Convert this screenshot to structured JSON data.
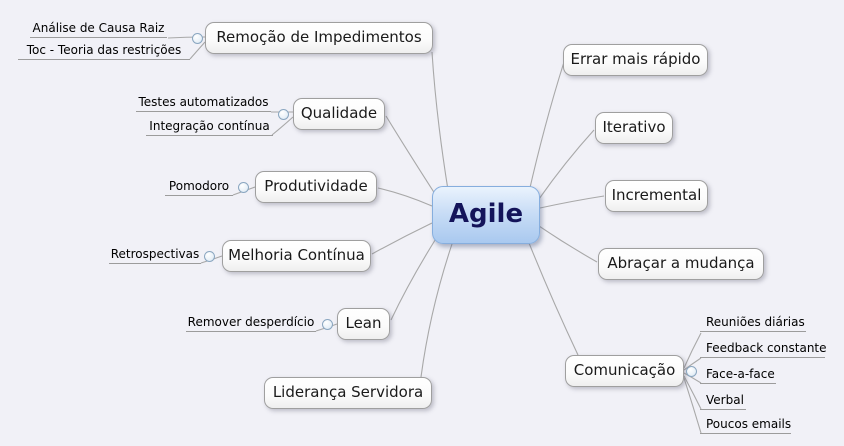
{
  "canvas": {
    "background_color": "#f1f1f7",
    "edge_color": "#a8a8a8",
    "topic_border_color": "#9f9f9f",
    "root_fill_color": "#aecdf0",
    "root_text_color": "#14145a",
    "leaf_underline_color": "#9c9c9c"
  },
  "mindmap": {
    "root": {
      "label": "Agile"
    },
    "branches": [
      {
        "label": "Remoção de Impedimentos",
        "children": [
          {
            "label": "Análise de Causa Raiz"
          },
          {
            "label": "Toc - Teoria das restrições"
          }
        ]
      },
      {
        "label": "Qualidade",
        "children": [
          {
            "label": "Testes automatizados"
          },
          {
            "label": "Integração contínua"
          }
        ]
      },
      {
        "label": "Produtividade",
        "children": [
          {
            "label": "Pomodoro"
          }
        ]
      },
      {
        "label": "Melhoria Contínua",
        "children": [
          {
            "label": "Retrospectivas"
          }
        ]
      },
      {
        "label": "Lean",
        "children": [
          {
            "label": "Remover desperdício"
          }
        ]
      },
      {
        "label": "Liderança Servidora",
        "children": []
      },
      {
        "label": "Errar mais rápido",
        "children": []
      },
      {
        "label": "Iterativo",
        "children": []
      },
      {
        "label": "Incremental",
        "children": []
      },
      {
        "label": "Abraçar a mudança",
        "children": []
      },
      {
        "label": "Comunicação",
        "children": [
          {
            "label": "Reuniões diárias"
          },
          {
            "label": "Feedback constante"
          },
          {
            "label": "Face-a-face"
          },
          {
            "label": "Verbal"
          },
          {
            "label": "Poucos emails"
          }
        ]
      }
    ]
  }
}
